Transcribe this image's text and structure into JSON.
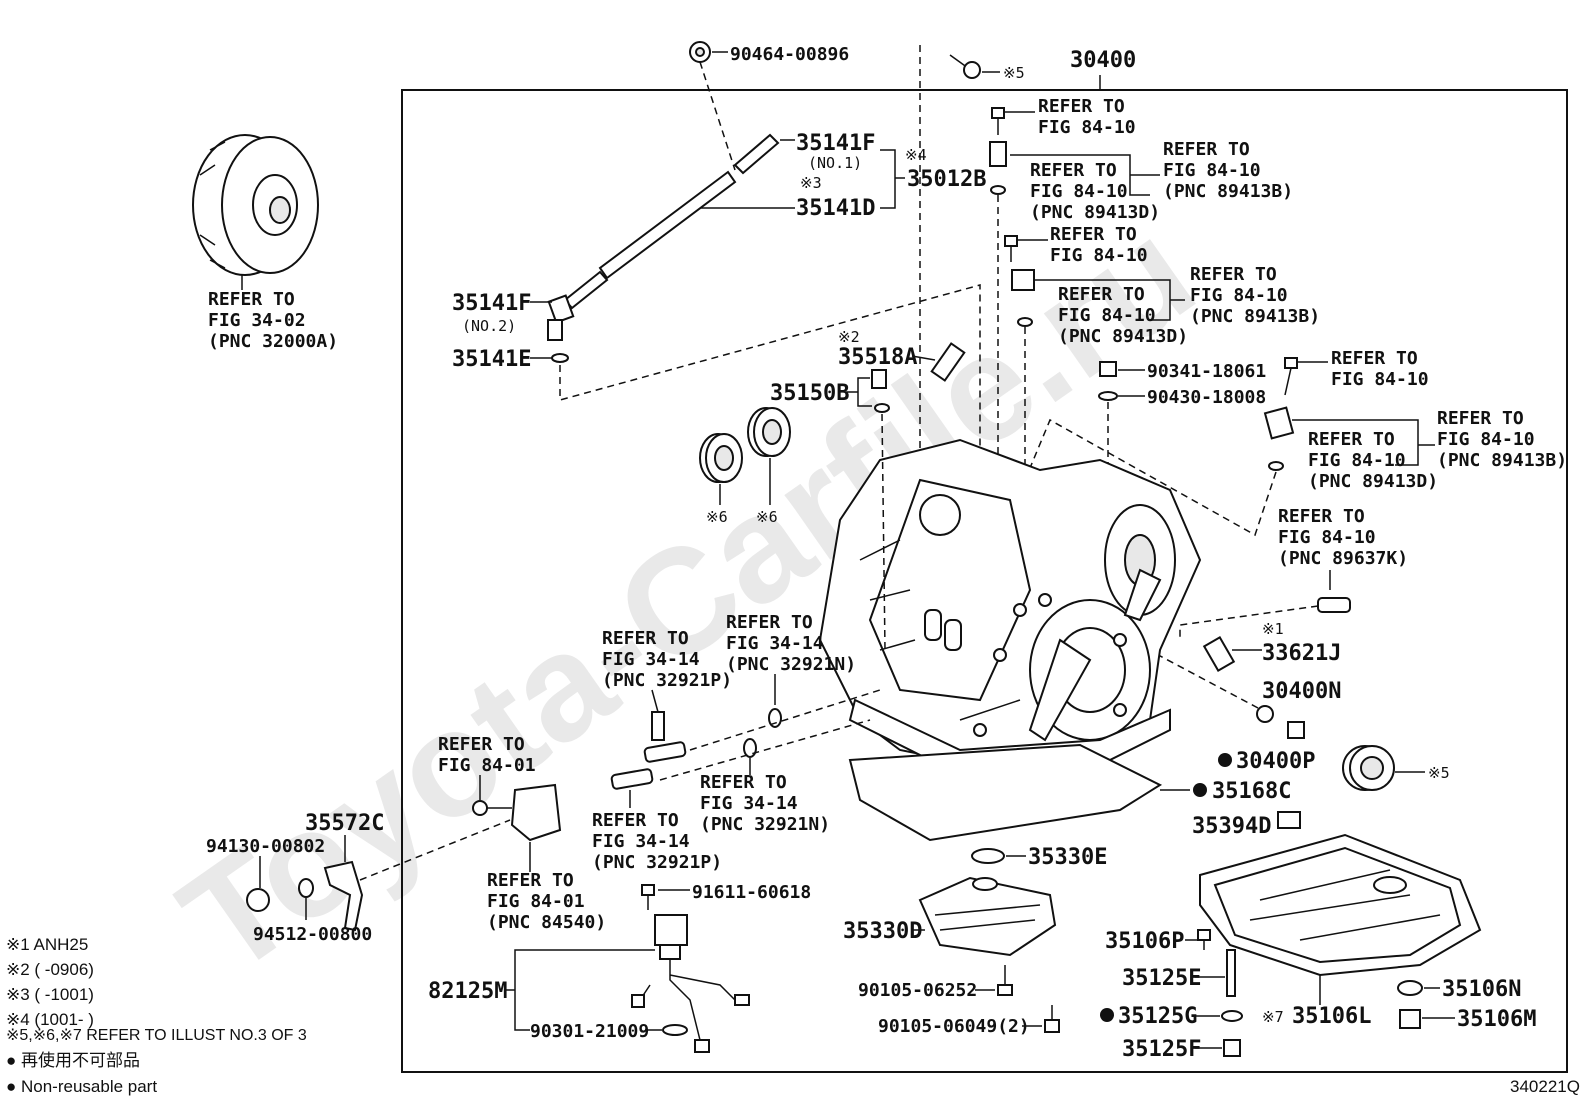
{
  "watermark": "Toyota-Carfile.ru",
  "assembly_number": "30400",
  "figure_id": "340221Q",
  "labels": {
    "p90464": "90464-00896",
    "p35141F_1": "35141F",
    "no1": "(NO.1)",
    "p35141D": "35141D",
    "p35012B": "35012B",
    "mark3": "※3",
    "mark4": "※4",
    "mark5": "※5",
    "mark5b": "※5",
    "p35141F_2": "35141F",
    "no2": "(NO.2)",
    "p35141E": "35141E",
    "mark2": "※2",
    "p35518A": "35518A",
    "p35150B": "35150B",
    "mark6a": "※6",
    "mark6b": "※6",
    "mark1": "※1",
    "mark7": "※7",
    "p90341": "90341-18061",
    "p90430": "90430-18008",
    "p33621J": "33621J",
    "p30400N": "30400N",
    "p30400P": "30400P",
    "p35168C": "35168C",
    "p35394D": "35394D",
    "p35330E": "35330E",
    "p35330D": "35330D",
    "p35572C": "35572C",
    "p94130": "94130-00802",
    "p94512": "94512-00800",
    "p91611": "91611-60618",
    "p82125M": "82125M",
    "p90301": "90301-21009",
    "p90105a": "90105-06252",
    "p90105b": "90105-06049(2)",
    "p35106P": "35106P",
    "p35125E": "35125E",
    "p35125G": "35125G",
    "p35125F": "35125F",
    "p35106L": "35106L",
    "p35106N": "35106N",
    "p35106M": "35106M"
  },
  "refer": {
    "refer_to": "REFER TO",
    "fig_34_02": "FIG 34-02",
    "pnc_32000A": "(PNC 32000A)",
    "fig_84_10": "FIG 84-10",
    "pnc_89413B": "(PNC 89413B)",
    "pnc_89413D": "(PNC 89413D)",
    "pnc_89637K": "(PNC 89637K)",
    "fig_34_14": "FIG 34-14",
    "pnc_32921P": "(PNC 32921P)",
    "pnc_32921N": "(PNC 32921N)",
    "fig_84_01": "FIG 84-01",
    "pnc_84540": "(PNC 84540)"
  },
  "notes": {
    "n1": "※1 ANH25",
    "n2": "※2 (         -0906)",
    "n3": "※3 (         -1001)",
    "n4": "※4 (1001-         )",
    "n5": "※5,※6,※7 REFER TO ILLUST NO.3 OF 3",
    "n6": "● 再使用不可部品",
    "n7": "● Non-reusable part"
  }
}
